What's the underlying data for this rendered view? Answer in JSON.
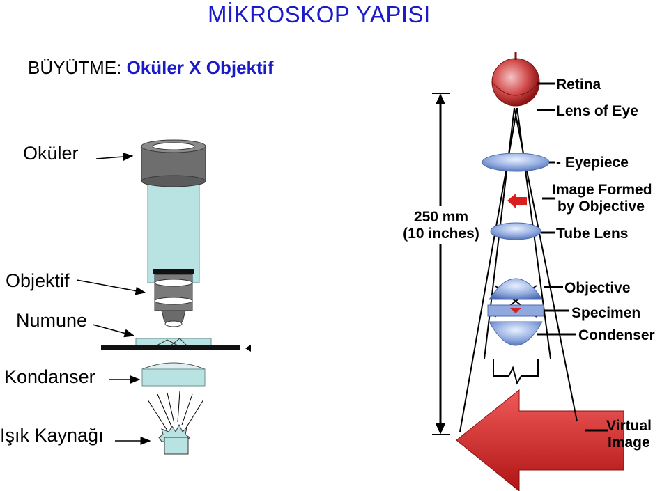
{
  "title": "MİKROSKOP YAPISI",
  "subtitle": {
    "prefix": "BÜYÜTME: ",
    "formula": "Oküler X Objektif"
  },
  "left_labels": {
    "okuler": "Oküler",
    "objektif": "Objektif",
    "numune": "Numune",
    "kondanser": "Kondanser",
    "isik": "Işık Kaynağı"
  },
  "right_labels": {
    "retina": "Retina",
    "lens_of_eye": "Lens of Eye",
    "eyepiece": "- Eyepiece",
    "image_formed_1": "Image Formed",
    "image_formed_2": "by Objective",
    "tube_lens": "Tube Lens",
    "objective": "Objective",
    "specimen": "Specimen",
    "condenser": "Condenser",
    "virtual_1": "Virtual",
    "virtual_2": "Image",
    "distance_1": "250 mm",
    "distance_2": "(10 inches)"
  },
  "colors": {
    "title_blue": "#1a1ac8",
    "tube_fill": "#b9e3e3",
    "arrow_red": "#d81e1e",
    "lens_blue": "#7f9fd9",
    "eyepiece_gray": "#6e6e6e"
  }
}
